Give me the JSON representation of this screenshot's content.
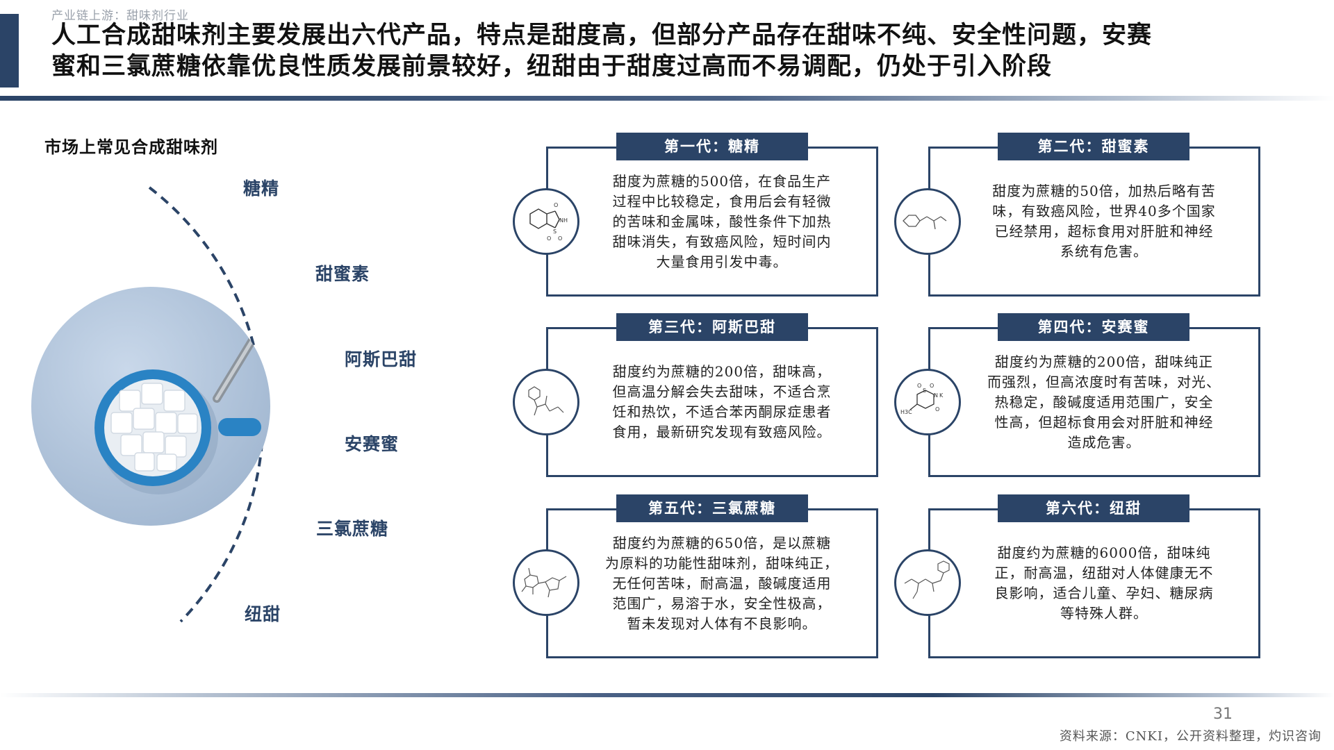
{
  "header": {
    "section_label": "产业链上游：甜味剂行业",
    "headline_line1": "人工合成甜味剂主要发展出六代产品，特点是甜度高，但部分产品存在甜味不纯、安全性问题，安赛",
    "headline_line2": "蜜和三氯蔗糖依靠优良性质发展前景较好，纽甜由于甜度过高而不易调配，仍处于引入阶段"
  },
  "left_panel": {
    "subtitle": "市场上常见合成甜味剂",
    "arc_labels": [
      "糖精",
      "甜蜜素",
      "阿斯巴甜",
      "安赛蜜",
      "三氯蔗糖",
      "纽甜"
    ]
  },
  "cards": [
    {
      "title": "第一代：糖精",
      "lines": [
        "甜度为蔗糖的500倍，在食品生产",
        "过程中比较稳定，食用后会有轻微",
        "的苦味和金属味，酸性条件下加热",
        "甜味消失，有致癌风险，短时间内",
        "大量食用引发中毒。"
      ]
    },
    {
      "title": "第二代：甜蜜素",
      "lines": [
        "甜度为蔗糖的50倍，加热后略有苦",
        "味，有致癌风险，世界40多个国家",
        "已经禁用，超标食用对肝脏和神经",
        "系统有危害。"
      ]
    },
    {
      "title": "第三代：阿斯巴甜",
      "lines": [
        "甜度约为蔗糖的200倍，甜味高，",
        "但高温分解会失去甜味，不适合烹",
        "饪和热饮，不适合苯丙酮尿症患者",
        "食用，最新研究发现有致癌风险。"
      ]
    },
    {
      "title": "第四代：安赛蜜",
      "lines": [
        "甜度约为蔗糖的200倍，甜味纯正",
        "而强烈，但高浓度时有苦味，对光、",
        "热稳定，酸碱度适用范围广，安全",
        "性高，但超标食用会对肝脏和神经",
        "造成危害。"
      ]
    },
    {
      "title": "第五代：三氯蔗糖",
      "lines": [
        "甜度约为蔗糖的650倍，是以蔗糖",
        "为原料的功能性甜味剂，甜味纯正，",
        "无任何苦味，耐高温，酸碱度适用",
        "范围广，易溶于水，安全性极高，",
        "暂未发现对人体有不良影响。"
      ]
    },
    {
      "title": "第六代：纽甜",
      "lines": [
        "甜度约为蔗糖的6000倍，甜味纯",
        "正，耐高温，纽甜对人体健康无不",
        "良影响，适合儿童、孕妇、糖尿病",
        "等特殊人群。"
      ]
    }
  ],
  "icons": {
    "photo": "sugar-cubes-cup-photo",
    "molecules": [
      "saccharin-molecule-icon",
      "cyclamate-molecule-icon",
      "aspartame-molecule-icon",
      "acesulfame-molecule-icon",
      "sucralose-molecule-icon",
      "neotame-molecule-icon"
    ]
  },
  "molecule_text": {
    "saccharin": [
      "O",
      "NH",
      "S",
      "O",
      "O"
    ],
    "acesulfame": [
      "O",
      "O",
      "S",
      "N",
      "K",
      "O",
      "H3C"
    ]
  },
  "footer": {
    "page_number": "31",
    "source": "资料来源：CNKI，公开资料整理，灼识咨询"
  },
  "colors": {
    "brand_navy": "#2b4467",
    "background": "#ffffff",
    "photo_background": "#b7c9de",
    "cup_blue": "#2a83c4"
  }
}
